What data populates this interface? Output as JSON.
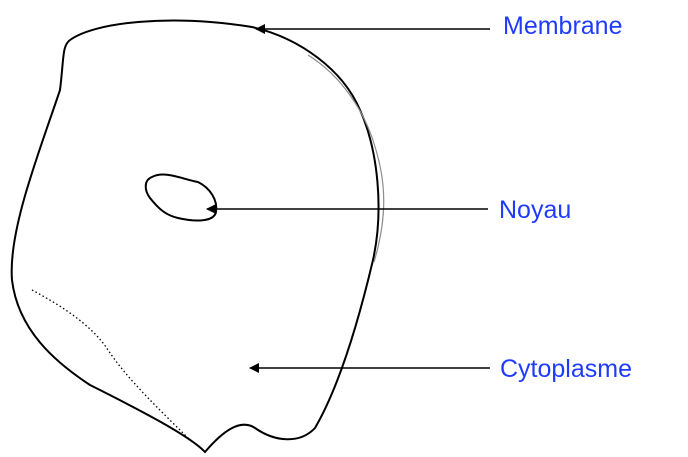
{
  "labels": {
    "membrane": "Membrane",
    "noyau": "Noyau",
    "cytoplasme": "Cytoplasme"
  },
  "colors": {
    "label_text": "#1f3bff",
    "outline": "#000000",
    "secondary_outline": "#8c8c8c"
  }
}
